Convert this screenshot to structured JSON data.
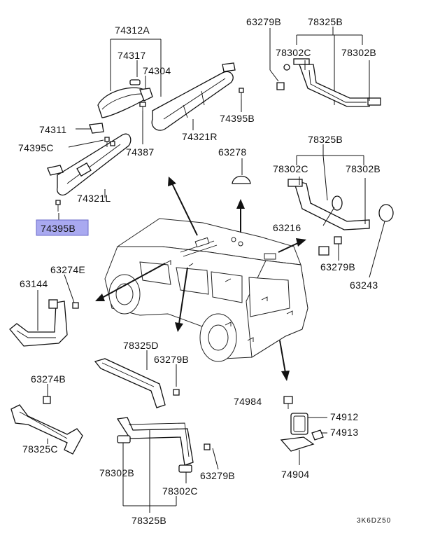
{
  "diagram": {
    "highlight_color": "#a9a9f0",
    "labels": {
      "p74312A": "74312A",
      "p74317": "74317",
      "p74304": "74304",
      "p74311": "74311",
      "p74395C": "74395C",
      "p74387": "74387",
      "p74321L": "74321L",
      "p74395B_hl": "74395B",
      "p74321R": "74321R",
      "p74395B_r": "74395B",
      "p63279B_top": "63279B",
      "p78325B_top": "78325B",
      "p78302C_top": "78302C",
      "p78302B_top": "78302B",
      "p63278": "63278",
      "p78325B_mid": "78325B",
      "p78302C_mid": "78302C",
      "p78302B_mid": "78302B",
      "p63216": "63216",
      "p63279B_mid": "63279B",
      "p63243": "63243",
      "p63274E": "63274E",
      "p63144": "63144",
      "p78325D": "78325D",
      "p63279B_left": "63279B",
      "p63274B": "63274B",
      "p78325C": "78325C",
      "p78302B_bot": "78302B",
      "p63279B_bot": "63279B",
      "p78302C_bot": "78302C",
      "p78325B_bot": "78325B",
      "p74984": "74984",
      "p74912": "74912",
      "p74913": "74913",
      "p74904": "74904"
    },
    "drawing_code": "3K6DZ50"
  }
}
